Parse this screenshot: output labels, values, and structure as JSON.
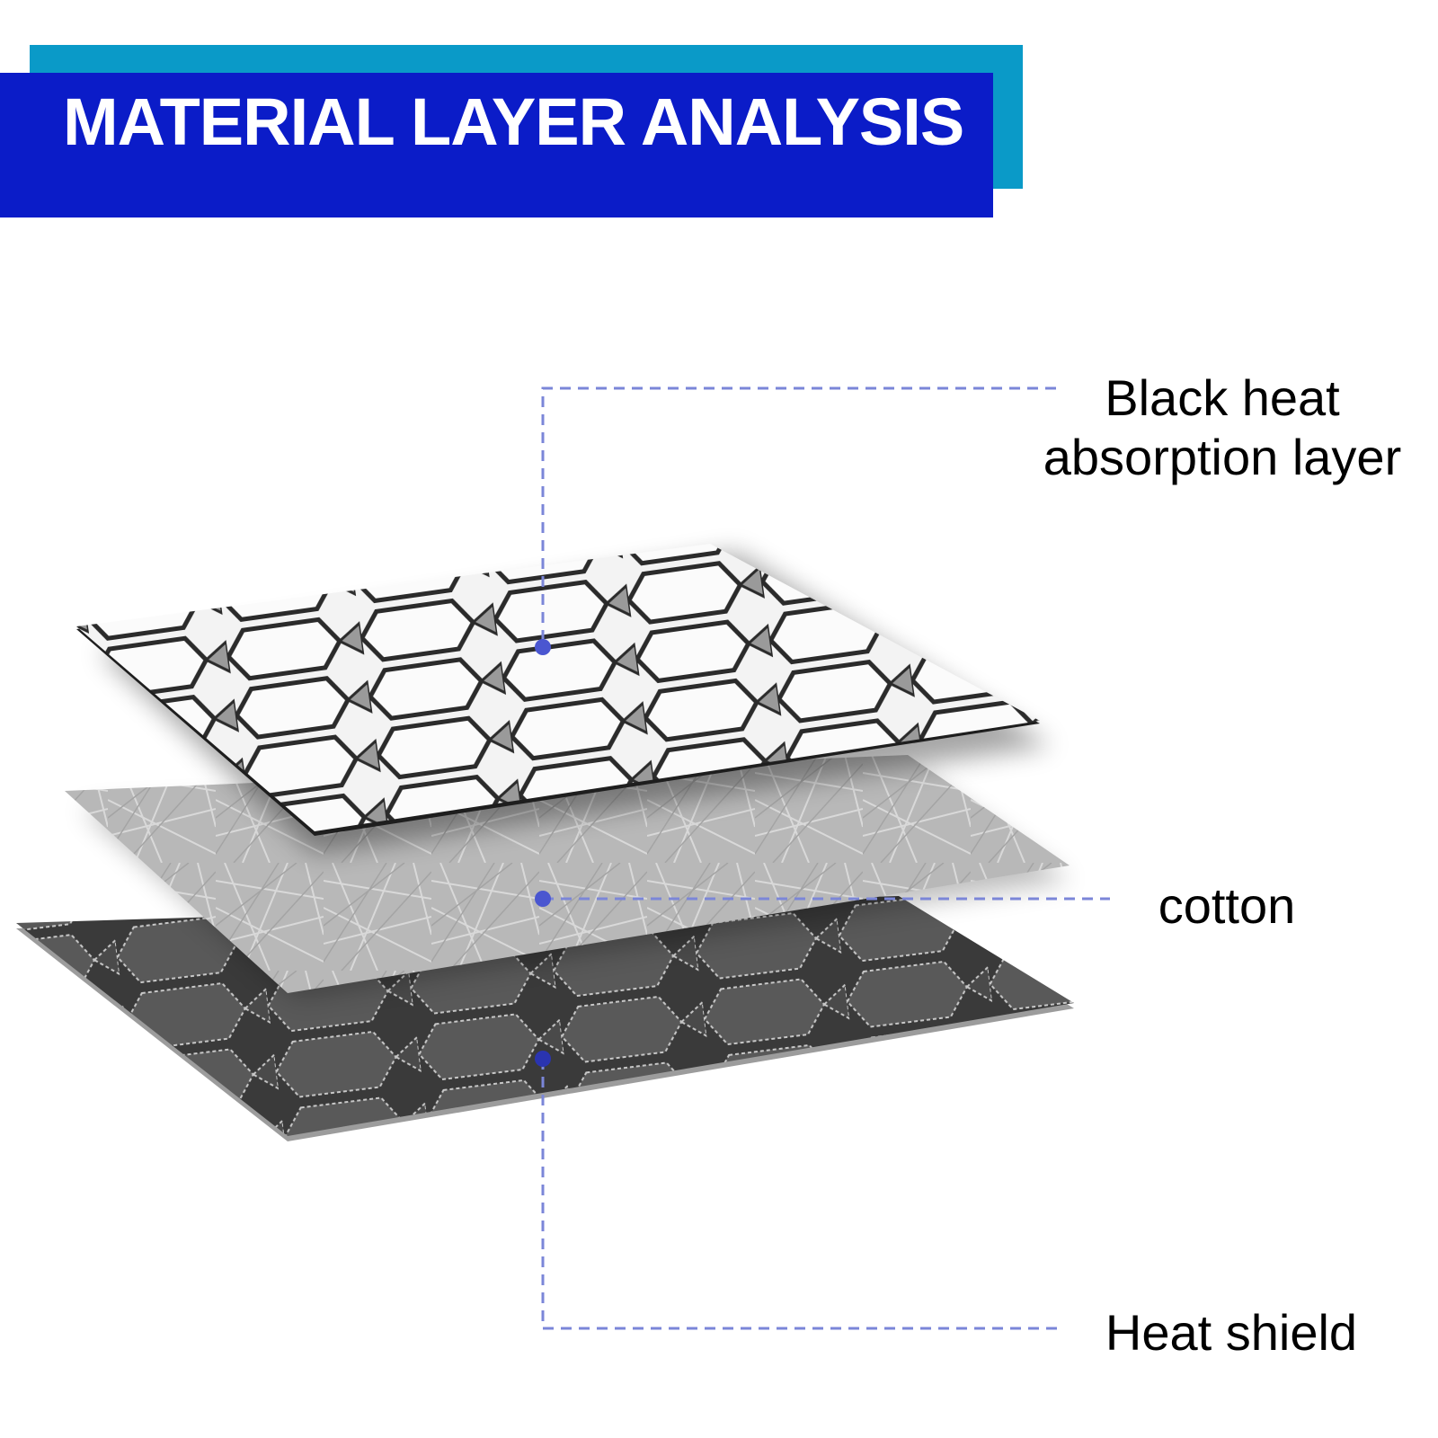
{
  "header": {
    "title": "MATERIAL LAYER ANALYSIS",
    "front_color": "#0b1cc8",
    "back_color": "#0a9ac8"
  },
  "layers": [
    {
      "label_line1": "Black heat",
      "label_line2": "absorption layer",
      "texture": "white-quilted-octagon"
    },
    {
      "label": "cotton",
      "texture": "gray-fiber"
    },
    {
      "label": "Heat shield",
      "texture": "dark-gray-quilted-octagon"
    }
  ],
  "leader_color": "#7b86d8",
  "dot_color": "#4a56d0"
}
